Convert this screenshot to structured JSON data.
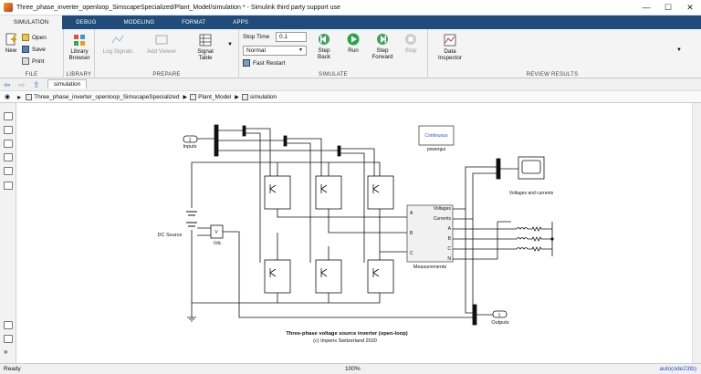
{
  "window": {
    "title": "Three_phase_inverter_openloop_SimscapeSpecialized/Plant_Model/simulation * - Simulink third party support use"
  },
  "tabs": [
    "SIMULATION",
    "DEBUG",
    "MODELING",
    "FORMAT",
    "APPS"
  ],
  "ribbon": {
    "file": {
      "new": "New",
      "open": "Open",
      "save": "Save",
      "print": "Print",
      "label": "FILE"
    },
    "library": {
      "browser": "Library Browser",
      "label": "LIBRARY"
    },
    "prepare": {
      "log_signals": "Log Signals",
      "add_viewer": "Add Viewer",
      "signal_table": "Signal Table",
      "label": "PREPARE"
    },
    "simulate": {
      "stop_time_label": "Stop Time",
      "stop_time": "0.1",
      "mode": "Normal",
      "fast_restart": "Fast Restart",
      "step_back": "Step Back",
      "run": "Run",
      "step_forward": "Step Forward",
      "stop": "Stop",
      "label": "SIMULATE"
    },
    "review": {
      "data_inspector": "Data Inspector",
      "label": "REVIEW RESULTS"
    }
  },
  "address": {
    "tab": "simulation",
    "crumbs": [
      "Three_phase_inverter_openloop_SimscapeSpecialized",
      "Plant_Model",
      "simulation"
    ]
  },
  "diagram": {
    "inputs_port": "1",
    "inputs_label": "Inputs",
    "outputs_port": "1",
    "outputs_label": "Outputs",
    "powergui_top": "Continuous",
    "powergui_label": "powergui",
    "dc_source": "DC Source",
    "vdc_label": "Vdc",
    "measurements_label": "Measurements",
    "meas_ports_in": [
      "A",
      "B",
      "C"
    ],
    "meas_ports_out": [
      "Voltages",
      "Currents",
      "A",
      "B",
      "C",
      "N"
    ],
    "scope_label": "Voltages and currents",
    "caption": "Three-phase voltage source inverter (open-loop)",
    "copyright": "(c) Imperix Switzerland 2020"
  },
  "status": {
    "left": "Ready",
    "zoom": "100%",
    "solver": "auto(ode23tb)"
  }
}
